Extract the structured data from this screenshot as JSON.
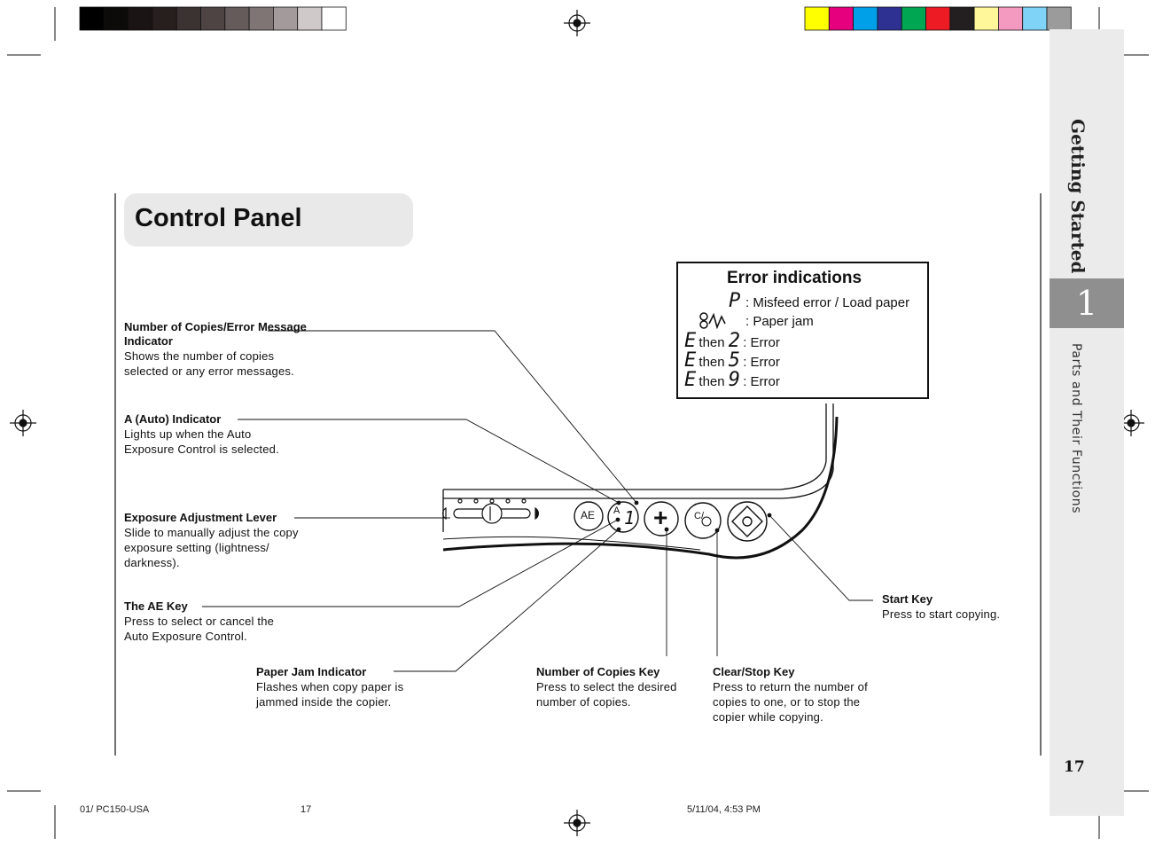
{
  "page": {
    "title": "Control Panel",
    "side_tab_title": "Getting Started",
    "chapter_number": "1",
    "side_tab_subtitle": "Parts and Their Functions",
    "page_number": "17"
  },
  "error_indications": {
    "title": "Error indications",
    "rows": [
      {
        "code": "P",
        "text": ": Misfeed error / Load paper"
      },
      {
        "code": "jam-icon",
        "text": ": Paper jam"
      },
      {
        "code_a": "E",
        "then": "then",
        "code_b": "2",
        "text": ": Error"
      },
      {
        "code_a": "E",
        "then": "then",
        "code_b": "5",
        "text": ": Error"
      },
      {
        "code_a": "E",
        "then": "then",
        "code_b": "9",
        "text": ": Error"
      }
    ]
  },
  "callouts": {
    "copies_indicator": {
      "title": "Number of Copies/Error Message Indicator",
      "text": "Shows the number of copies selected or any error messages."
    },
    "auto_indicator": {
      "title": "A (Auto) Indicator",
      "text": "Lights up when the Auto Exposure Control is selected."
    },
    "exposure_lever": {
      "title": "Exposure Adjustment Lever",
      "text": "Slide to manually adjust the copy exposure setting (lightness/ darkness)."
    },
    "ae_key": {
      "title": "The AE Key",
      "text": "Press to select or cancel the Auto Exposure Control."
    },
    "paper_jam": {
      "title": "Paper Jam Indicator",
      "text": "Flashes when copy paper is jammed inside the copier."
    },
    "copies_key": {
      "title": "Number of Copies Key",
      "text": "Press to select the desired number of copies."
    },
    "clear_stop": {
      "title": "Clear/Stop Key",
      "text": "Press to return the number of copies to one, or to stop the copier while copying."
    },
    "start_key": {
      "title": "Start Key",
      "text": "Press to start copying."
    }
  },
  "panel": {
    "ae_label": "AE",
    "auto_label": "A",
    "display_digit": "1",
    "plus_label": "+",
    "clear_label": "C/"
  },
  "footer": {
    "left": "01/ PC150-USA",
    "center": "17",
    "right": "5/11/04, 4:53 PM"
  },
  "colors": {
    "side_tab": "#ebebeb",
    "chapter_block": "#8f8f8f",
    "title_box": "#e9e9e9",
    "color_bar": [
      "#ffff00",
      "#e6007e",
      "#00a0e9",
      "#2e3192",
      "#00a651",
      "#ed1c24",
      "#231f20",
      "#fff799",
      "#f49ac1",
      "#7fd3f7",
      "#9b9b9b"
    ],
    "gray_bar": [
      "#000000",
      "#0d0a0a",
      "#1a1414",
      "#271f1e",
      "#3b3232",
      "#4e4444",
      "#655b5b",
      "#807575",
      "#a39b9b",
      "#cfc9c9",
      "#ffffff"
    ]
  }
}
